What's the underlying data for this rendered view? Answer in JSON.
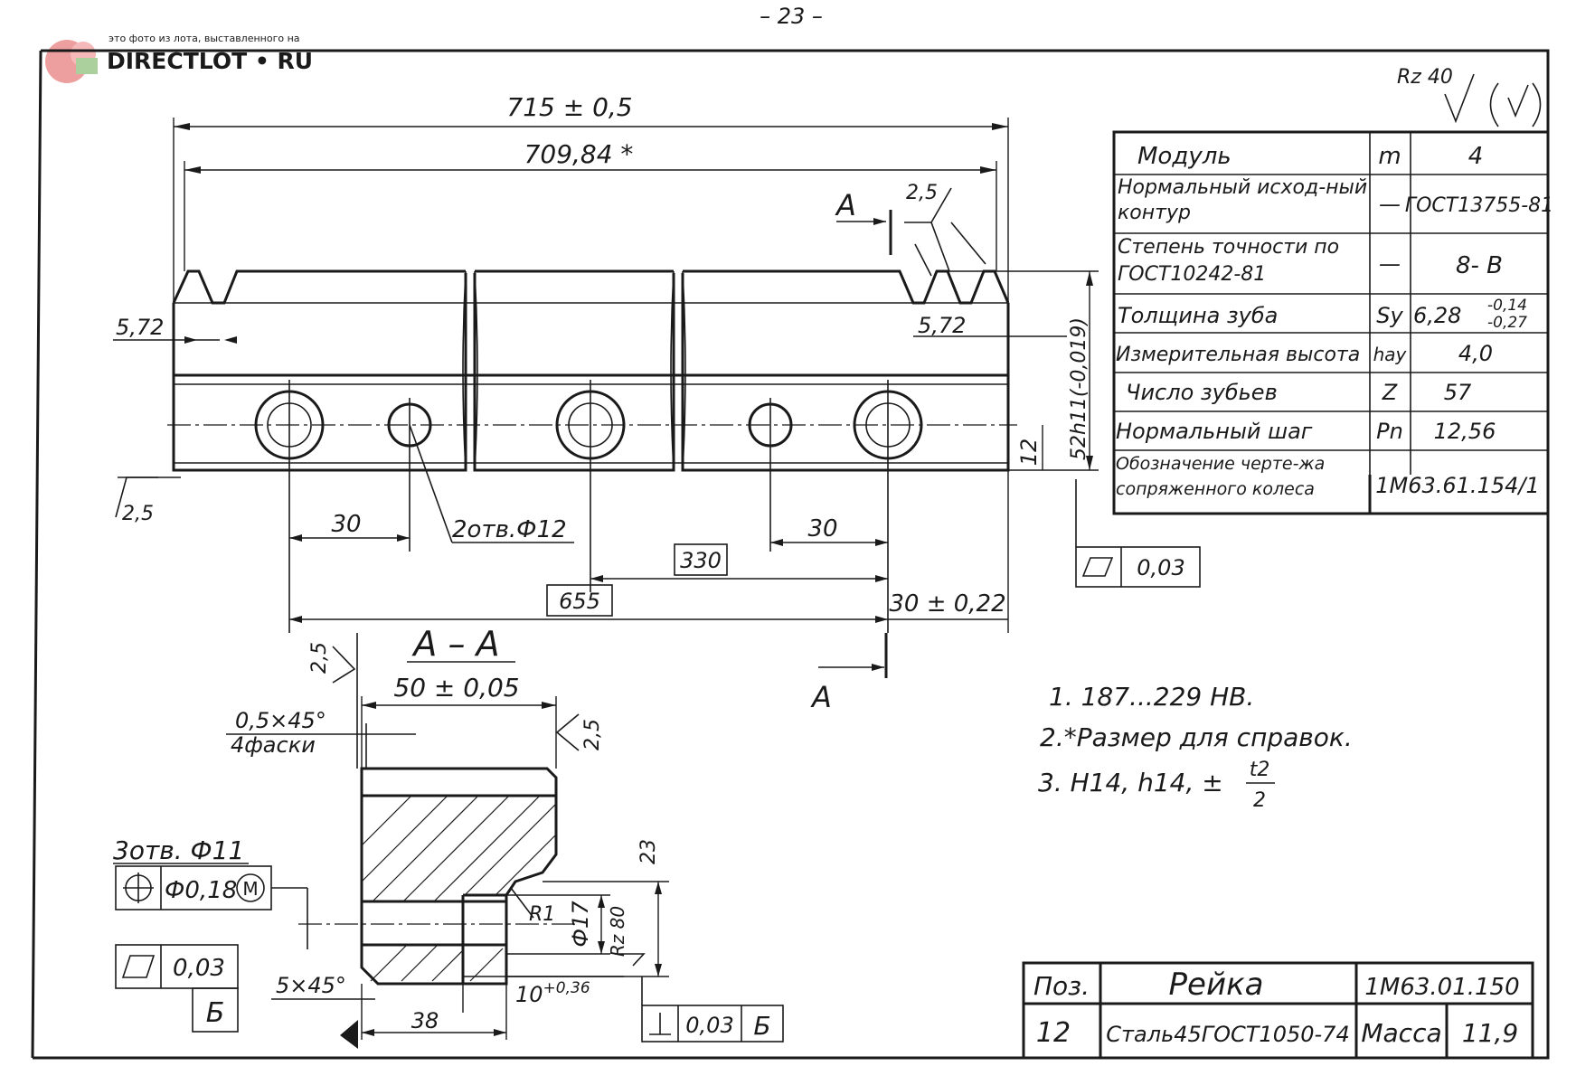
{
  "page_number": "– 23 –",
  "watermark": {
    "caption": "это фото из лота, выставленного на",
    "brand": "DIRECTLOT • RU"
  },
  "roughness_general": {
    "value": "Rz 40"
  },
  "front_view": {
    "overall_length": "715 ± 0,5",
    "ref_length": "709,84 *",
    "section_mark": "А",
    "roughness_teeth": "2,5",
    "edge_offset_left": "5,72",
    "edge_offset_right": "5,72",
    "height": "52h11(-0,019)",
    "bottom_height": "12",
    "roughness_base": "2,5",
    "hole_spacing_left": "30",
    "holes_callout": "2отв.Ф12",
    "hole_spacing_right": "30",
    "basic_330": "330",
    "basic_655": "655",
    "end_offset": "30 ± 0,22",
    "flatness_tol": "0,03"
  },
  "section_view": {
    "title": "А – А",
    "roughness_top": "2,5",
    "roughness_side": "2,5",
    "width": "50 ± 0,05",
    "chamfer_4": "0,5×45°",
    "chamfer_4_note": "4фаски",
    "holes_label": "3отв. Ф11",
    "position_tol": "Ф0,18",
    "position_mod": "M",
    "flatness_tol": "0,03",
    "datum": "Б",
    "chamfer_bottom": "5×45°",
    "dim_38": "38",
    "dim_10": "10",
    "dim_10_tol": "+0,36",
    "radius": "R1",
    "dia_17": "Ф17",
    "roughness_bore": "Rz 80",
    "dim_23": "23",
    "perp_tol": "0,03",
    "perp_datum": "Б"
  },
  "params_table": [
    {
      "name": "Модуль",
      "symbol": "m",
      "value": "4"
    },
    {
      "name": "Нормальный исход-ный контур",
      "symbol": "—",
      "value": "ГОСТ13755-81"
    },
    {
      "name": "Степень точности по ГОСТ10242-81",
      "symbol": "—",
      "value": "8- В"
    },
    {
      "name": "Толщина зуба",
      "symbol": "Sy",
      "value": "6,28",
      "tol_upper": "-0,14",
      "tol_lower": "-0,27"
    },
    {
      "name": "Измерительная высота",
      "symbol": "hay",
      "value": "4,0"
    },
    {
      "name": "Число зубьев",
      "symbol": "Z",
      "value": "57"
    },
    {
      "name": "Нормальный шаг",
      "symbol": "Pn",
      "value": "12,56"
    },
    {
      "name": "Обозначение черте-жа сопряженного колеса",
      "symbol": "",
      "value": "1М63.61.154/1"
    }
  ],
  "notes": [
    "1. 187...229 НВ.",
    "2.*Размер для справок.",
    "3. Н14, h14, ±"
  ],
  "note3_fraction": {
    "num": "t2",
    "den": "2"
  },
  "title_block": {
    "pos_label": "Поз.",
    "pos_value": "12",
    "name": "Рейка",
    "designation": "1М63.01.150",
    "material": "Сталь45ГОСТ1050-74",
    "mass_label": "Масса",
    "mass_value": "11,9"
  }
}
